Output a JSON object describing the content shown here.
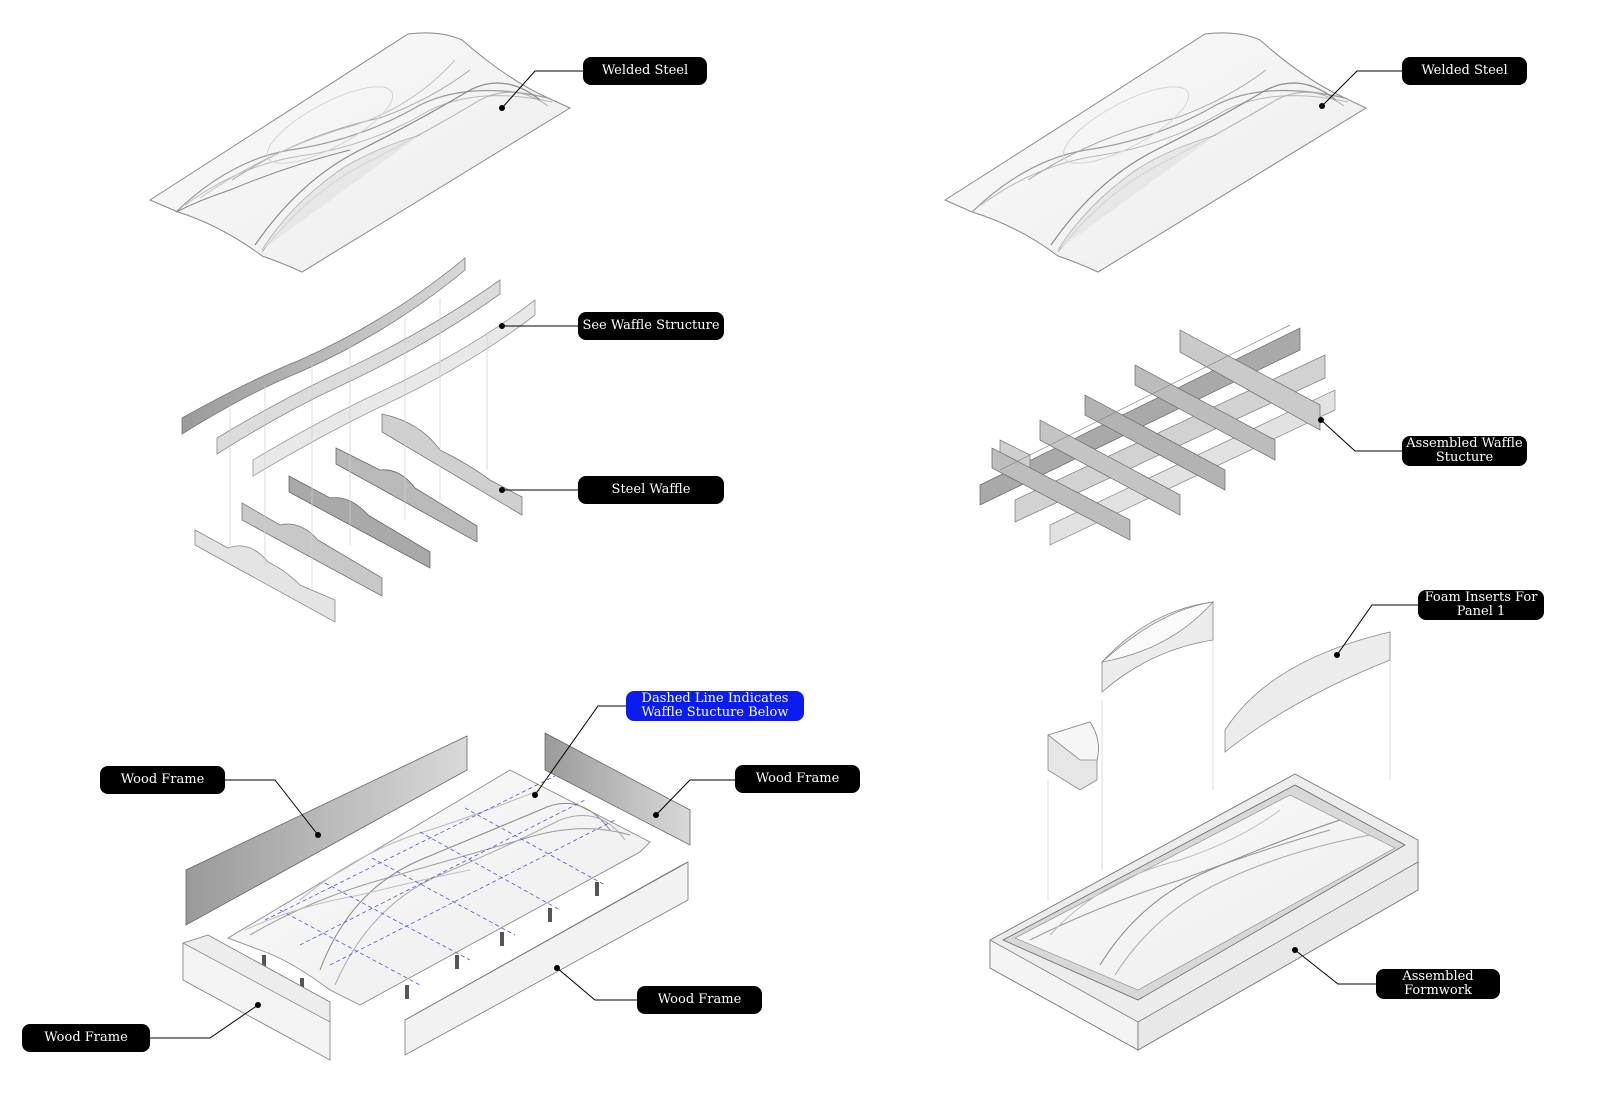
{
  "labels": {
    "welded_steel_left": "Welded Steel",
    "see_waffle_structure": "See Waffle Structure",
    "steel_waffle": "Steel Waffle",
    "dashed_line_1": "Dashed Line Indicates",
    "dashed_line_2": "Waffle Stucture Below",
    "wood_frame_tl": "Wood Frame",
    "wood_frame_tr": "Wood Frame",
    "wood_frame_br": "Wood Frame",
    "wood_frame_bl": "Wood Frame",
    "welded_steel_right": "Welded Steel",
    "assembled_waffle_1": "Assembled Waffle",
    "assembled_waffle_2": "Stucture",
    "foam_inserts_1": "Foam Inserts For",
    "foam_inserts_2": "Panel 1",
    "assembled_formwork_1": "Assembled",
    "assembled_formwork_2": "Formwork"
  },
  "colors": {
    "label_bg": "#000000",
    "highlight_label_bg": "#0a1cf0",
    "dashed_line": "#4a57d8"
  }
}
